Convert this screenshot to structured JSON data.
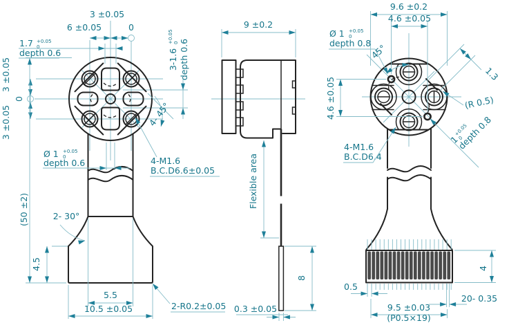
{
  "colors": {
    "outline": "#232323",
    "dimension_text": "#15758a",
    "dimension_line": "#85bcc8",
    "stripe_fill": "#4a4a4a"
  },
  "front": {
    "dim_pitch_v": "3 ±0.05",
    "dim_span": "6 ±0.05",
    "datum_top": "0",
    "slot_w": "1.7",
    "slot_w_tol_p": "+0.05",
    "slot_w_tol_m": "0",
    "slot_w_depth": "depth 0.6",
    "dim_up": "3 ±0.05",
    "datum_left": "0",
    "dim_down": "3 ±0.05",
    "key_slots": "3-1.6",
    "key_slots_tol_p": "+0.05",
    "key_slots_tol_m": "0",
    "key_slots_depth": "depth 0.6",
    "chamfers": "4- 45°",
    "center_hole": "Ø 1",
    "center_hole_tol_p": "+0.05",
    "center_hole_tol_m": "0",
    "center_hole_depth": "depth 0.6",
    "thread": "4-M1.6",
    "thread_bc": "B.C.D6.6±0.05",
    "overall_len": "(50 ±2)",
    "taper": "2- 30°",
    "base_h": "4.5",
    "neck_w": "5.5",
    "base_w": "10.5 ±0.05",
    "base_r": "2-R0.2±0.05"
  },
  "side": {
    "width": "9 ±0.2",
    "flex": "Flexible area",
    "tail_len": "8",
    "cable_t": "0.3 ±0.05"
  },
  "back": {
    "head_d": "9.6 ±0.2",
    "pin_span": "4.6 ±0.05",
    "pin_hole": "Ø 1",
    "pin_hole_tol_p": "+0.05",
    "pin_hole_tol_m": "0",
    "pin_hole_depth": "depth 0.8",
    "angle": "45°",
    "pin_span_v": "4.6 ±0.05",
    "chamfer_w": "1.3",
    "radius": "(R 0.5)",
    "pin2": "1",
    "pin2_tol_p": "+0.05",
    "pin2_tol_m": "0",
    "pin2_depth": "depth 0.8",
    "thread": "4-M1.6",
    "thread_bc": "B.C.D6.4",
    "pitch_w": "0.5",
    "band_h": "4",
    "cond_w": "20- 0.35",
    "cond_span": "9.5 ±0.03",
    "pitch_note": "(P0.5×19)",
    "conductor_count": 20
  }
}
